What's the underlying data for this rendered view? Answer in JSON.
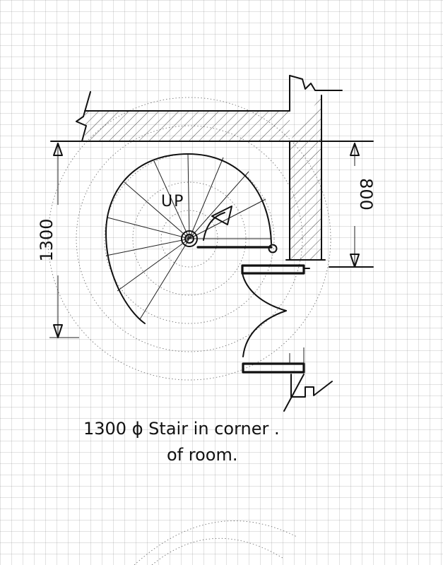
{
  "sketch": {
    "label_up": "UP",
    "dim_left": "1300",
    "dim_right": "800",
    "caption_line1": "1300 ϕ Stair in corner .",
    "caption_line2": "of room.",
    "colors": {
      "paper": "#ffffff",
      "ink": "#111111",
      "grid": "#969696"
    }
  }
}
